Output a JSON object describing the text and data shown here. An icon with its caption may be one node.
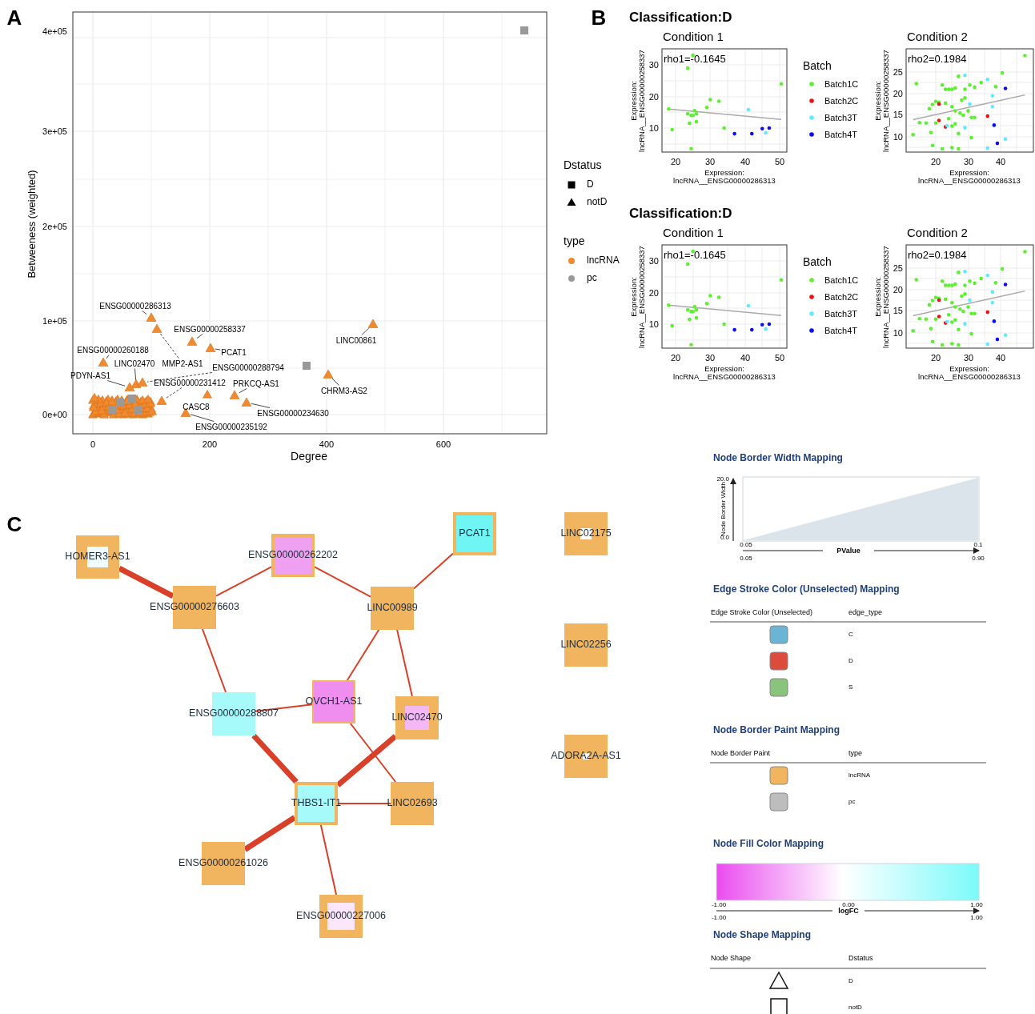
{
  "diagram": {
    "nodes": [
      {
        "text": [
          "ENSG00000286313"
        ]
      },
      {
        "text": [
          "ENSG00000258337"
        ]
      },
      {
        "text": [
          "LINC00861"
        ]
      },
      {
        "text": [
          "ENSG00000260188"
        ]
      },
      {
        "text": [
          "PCAT1"
        ]
      },
      {
        "text": [
          "LINC02470"
        ]
      },
      {
        "text": [
          "MMP2-AS1"
        ]
      },
      {
        "text": [
          "ENSG00000288794"
        ]
      },
      {
        "text": [
          "PDYN-AS1"
        ]
      },
      {
        "text": [
          "ENSG00000231412"
        ]
      },
      {
        "text": [
          "PRKCQ-AS1"
        ]
      },
      {
        "text": [
          "CHRM3-AS2"
        ]
      },
      {
        "text": [
          "ENSG00000234630"
        ]
      },
      {
        "text": [
          "ENSG00000235192"
        ]
      },
      {
        "text": [
          "HOMER3-AS1"
        ]
      },
      {
        "text": [
          "ENSG00000262202"
        ]
      },
      {
        "text": [
          "PCAT1"
        ]
      },
      {
        "text": [
          "LINC02175"
        ]
      },
      {
        "text": [
          "ENSG00000276603"
        ]
      },
      {
        "text": [
          "LINC00989"
        ]
      },
      {
        "text": [
          "LINC02256"
        ]
      },
      {
        "text": [
          "ENSG00000288807"
        ]
      },
      {
        "text": [
          "OVCH1-AS1"
        ]
      },
      {
        "text": [
          "LINC02470"
        ]
      },
      {
        "text": [
          "ADORA2A-AS1"
        ]
      },
      {
        "text": [
          "THBS1-IT1"
        ]
      },
      {
        "text": [
          "LINC02693"
        ]
      },
      {
        "text": [
          "ENSG00000261026"
        ]
      },
      {
        "text": [
          "ENSG00000227006"
        ]
      },
      {
        "text": [],
        "shape": "triangle"
      },
      {
        "text": [],
        "shape": "triangle"
      },
      {
        "text": [],
        "shape": "triangle"
      },
      {
        "text": [],
        "shape": "triangle"
      },
      {
        "text": [],
        "shape": "triangle"
      },
      {
        "text": [],
        "shape": "triangle"
      },
      {
        "text": [],
        "shape": "triangle"
      },
      {
        "text": [],
        "shape": "triangle"
      },
      {
        "text": [],
        "shape": "triangle"
      },
      {
        "text": [],
        "shape": "triangle"
      },
      {
        "text": [],
        "shape": "triangle"
      },
      {
        "text": [],
        "shape": "triangle"
      },
      {
        "text": [],
        "shape": "triangle"
      },
      {
        "text": [],
        "shape": "triangle"
      }
    ],
    "edges": [
      {
        "from": 0,
        "to": 29,
        "arrow": "none",
        "color": "#333333"
      },
      {
        "from": 1,
        "to": 30,
        "arrow": "none",
        "color": "#333333"
      },
      {
        "from": 2,
        "to": 31,
        "arrow": "none",
        "color": "#333333"
      },
      {
        "from": 3,
        "to": 32,
        "arrow": "none",
        "color": "#333333"
      },
      {
        "from": 4,
        "to": 33,
        "arrow": "none",
        "color": "#333333"
      },
      {
        "from": 5,
        "to": 34,
        "arrow": "none",
        "color": "#333333"
      },
      {
        "from": 6,
        "to": 35,
        "arrow": "none",
        "style": "dashed",
        "color": "#333333"
      },
      {
        "from": 7,
        "to": 36,
        "arrow": "none",
        "style": "dashed",
        "color": "#333333"
      },
      {
        "from": 8,
        "to": 37,
        "arrow": "none",
        "color": "#333333"
      },
      {
        "from": 9,
        "to": 38,
        "arrow": "none",
        "style": "dashed",
        "color": "#333333"
      },
      {
        "from": 10,
        "to": 39,
        "arrow": "none",
        "color": "#333333"
      },
      {
        "from": 11,
        "to": 40,
        "arrow": "none",
        "color": "#333333"
      },
      {
        "from": 12,
        "to": 41,
        "arrow": "none",
        "color": "#333333"
      },
      {
        "from": 13,
        "to": 42,
        "arrow": "none",
        "color": "#333333"
      },
      {
        "from": 14,
        "to": 18,
        "arrow": "none",
        "style": "thick",
        "color": "#d9402a"
      },
      {
        "from": 18,
        "to": 15,
        "arrow": "none",
        "color": "#d9402a"
      },
      {
        "from": 15,
        "to": 19,
        "arrow": "none",
        "color": "#d9402a"
      },
      {
        "from": 19,
        "to": 16,
        "arrow": "none",
        "color": "#d9402a"
      },
      {
        "from": 18,
        "to": 21,
        "arrow": "none",
        "color": "#d9402a"
      },
      {
        "from": 19,
        "to": 22,
        "arrow": "none",
        "color": "#d9402a"
      },
      {
        "from": 19,
        "to": 23,
        "arrow": "none",
        "color": "#d9402a"
      },
      {
        "from": 21,
        "to": 22,
        "arrow": "none",
        "color": "#d9402a"
      },
      {
        "from": 22,
        "to": 26,
        "arrow": "none",
        "color": "#d9402a"
      },
      {
        "from": 21,
        "to": 25,
        "arrow": "none",
        "style": "thick",
        "color": "#d9402a"
      },
      {
        "from": 23,
        "to": 25,
        "arrow": "none",
        "style": "thick",
        "color": "#d9402a"
      },
      {
        "from": 25,
        "to": 26,
        "arrow": "none",
        "color": "#d9402a"
      },
      {
        "from": 25,
        "to": 27,
        "arrow": "none",
        "style": "thick",
        "color": "#d9402a"
      },
      {
        "from": 25,
        "to": 28,
        "arrow": "none",
        "color": "#d9402a"
      }
    ],
    "labels": [
      "A",
      "4e+05",
      "3e+05",
      "2e+05",
      "1e+05",
      "0e+00",
      "Betweeness (weighted)",
      "0",
      "200",
      "400",
      "600",
      "Degree",
      "Dstatus",
      "type",
      "B",
      "Classification:D",
      "Condition 1",
      "rho1=-0.1645",
      "30",
      "20",
      "10",
      "Expression: lncRNA__ENSG00000258337",
      "20",
      "30",
      "40",
      "50",
      "Expression: lncRNA__ENSG00000286313",
      "Batch",
      "Condition 2",
      "rho2=0.1984",
      "25",
      "20",
      "15",
      "10",
      "Expression: lncRNA__ENSG00000258337",
      "20",
      "30",
      "40",
      "Expression: lncRNA__ENSG00000286313",
      "Classification:D",
      "Condition 1",
      "rho1=-0.1645",
      "30",
      "20",
      "10",
      "Expression: lncRNA__ENSG00000258337",
      "20",
      "30",
      "40",
      "50",
      "Expression: lncRNA__ENSG00000286313",
      "Batch",
      "Condition 2",
      "rho2=0.1984",
      "25",
      "20",
      "15",
      "10",
      "Expression: lncRNA__ENSG00000258337",
      "20",
      "30",
      "40",
      "Expression: lncRNA__ENSG00000286313",
      "C",
      "Node Border Width Mapping",
      "20.0",
      "0.0",
      "Node Border Width",
      "0.05",
      "0.1",
      "0.05",
      "PValue",
      "0.90",
      "Edge Stroke Color (Unselected) Mapping",
      "Edge Stroke Color (Unselected)",
      "edge_type",
      "Node Border Paint Mapping",
      "Node Border Paint",
      "type",
      "Node Fill Color Mapping",
      "-1.00",
      "0.00",
      "1.00",
      "-1.00",
      "logFC",
      "1.00",
      "Node Shape Mapping",
      "Node Shape",
      "Dstatus",
      "CASC8"
    ],
    "legend": [
      {
        "text": "D"
      },
      {
        "text": "notD"
      },
      {
        "text": "lncRNA",
        "color": "#f08a30"
      },
      {
        "text": "pc",
        "color": "#999999"
      },
      {
        "text": "Batch1C",
        "color": "#5cf030"
      },
      {
        "text": "Batch2C",
        "color": "#f01010"
      },
      {
        "text": "Batch3T",
        "color": "#60eaff"
      },
      {
        "text": "Batch4T",
        "color": "#0c0cf0"
      },
      {
        "text": "Batch1C",
        "color": "#5cf030"
      },
      {
        "text": "Batch2C",
        "color": "#f01010"
      },
      {
        "text": "Batch3T",
        "color": "#60eaff"
      },
      {
        "text": "Batch4T",
        "color": "#0c0cf0"
      },
      {
        "text": "C",
        "color": "#6ab4d4"
      },
      {
        "text": "D",
        "color": "#dc4c3c"
      },
      {
        "text": "S",
        "color": "#88c47c"
      },
      {
        "text": "lncRNA",
        "color": "#f2b55f"
      },
      {
        "text": "pc",
        "color": "#bdbdbd"
      },
      {
        "text": "D"
      },
      {
        "text": "notD"
      }
    ]
  }
}
